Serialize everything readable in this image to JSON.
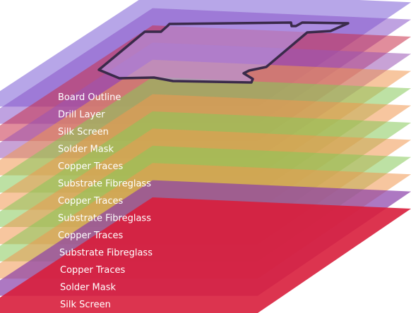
{
  "layers": [
    {
      "label": "Board Outline",
      "color": "#7B5CD6",
      "opacity": 0.55
    },
    {
      "label": "Drill Layer",
      "color": "#8A55C8",
      "opacity": 0.55
    },
    {
      "label": "Silk Screen",
      "color": "#C8304A",
      "opacity": 0.55
    },
    {
      "label": "Solder Mask",
      "color": "#9A55B4",
      "opacity": 0.55
    },
    {
      "label": "Copper Traces",
      "color": "#F09850",
      "opacity": 0.55
    },
    {
      "label": "Substrate Fibreglass",
      "color": "#86C95A",
      "opacity": 0.55
    },
    {
      "label": "Copper Traces",
      "color": "#F09850",
      "opacity": 0.55
    },
    {
      "label": "Substrate Fibreglass",
      "color": "#86C95A",
      "opacity": 0.55
    },
    {
      "label": "Copper Traces",
      "color": "#F09850",
      "opacity": 0.55
    },
    {
      "label": "Substrate Fibreglass",
      "color": "#86C95A",
      "opacity": 0.55
    },
    {
      "label": "Copper Traces",
      "color": "#F09850",
      "opacity": 0.55
    },
    {
      "label": "Solder Mask",
      "color": "#8A3FA8",
      "opacity": 0.7
    },
    {
      "label": "Silk Screen",
      "color": "#D81E3C",
      "opacity": 0.9
    }
  ],
  "board_outline": {
    "stroke": "#3A2A4A",
    "fill": "#B69AE6"
  }
}
